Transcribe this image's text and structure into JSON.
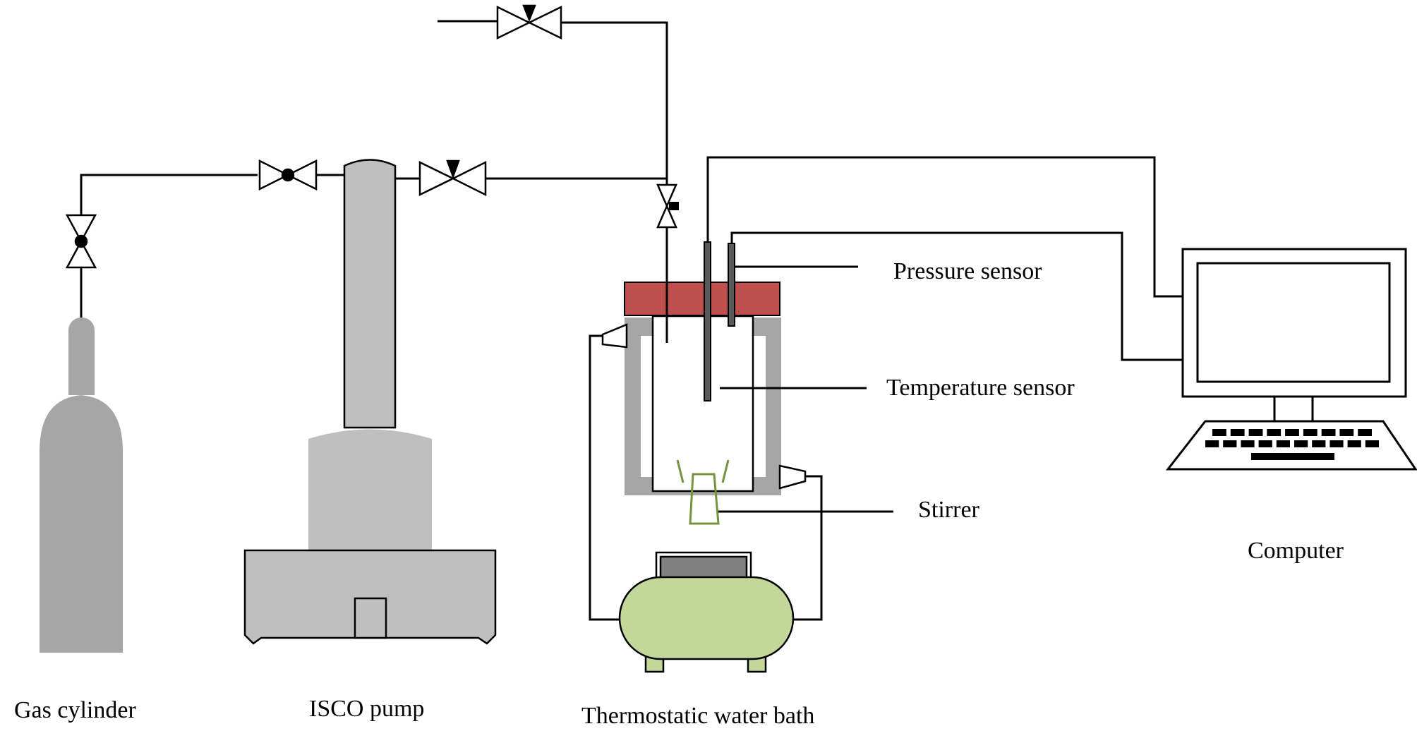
{
  "labels": {
    "gas_cylinder": "Gas cylinder",
    "isco_pump": "ISCO pump",
    "water_bath": "Thermostatic water bath",
    "pressure_sensor": "Pressure sensor",
    "temperature_sensor": "Temperature sensor",
    "stirrer": "Stirrer",
    "computer": "Computer"
  },
  "colors": {
    "line": "#000000",
    "cylinder": "#a6a6a6",
    "pump": "#bfbfbf",
    "lid": "#c0504d",
    "jacket": "#a6a6a6",
    "bath": "#c4d79b",
    "stirrer": "#76923c",
    "display": "#808080"
  }
}
